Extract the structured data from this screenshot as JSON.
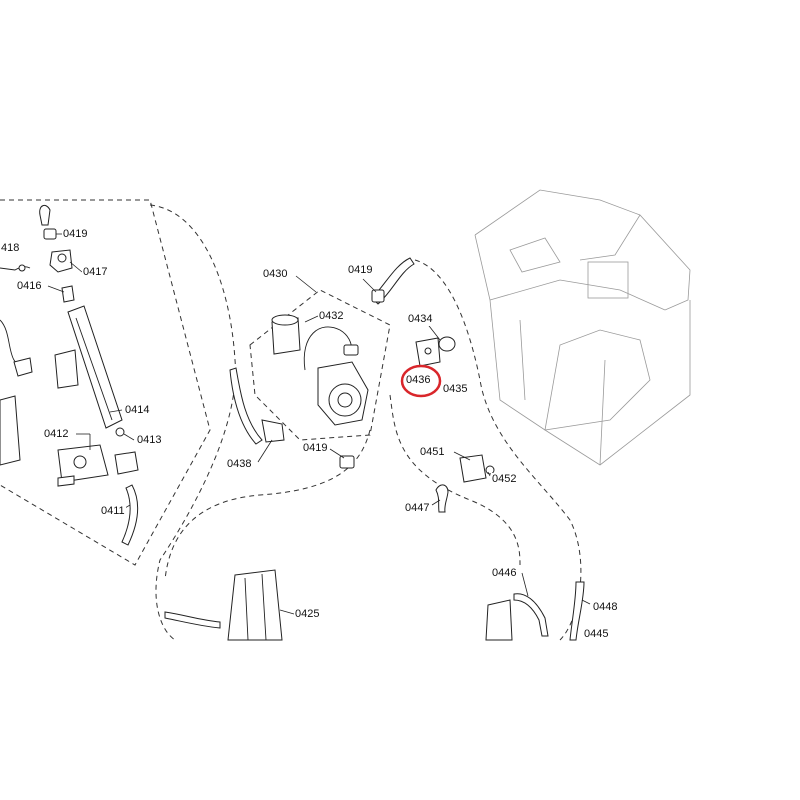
{
  "diagram": {
    "labels": {
      "p0418": "418",
      "p0419a": "0419",
      "p0417": "0417",
      "p0416": "0416",
      "p0414": "0414",
      "p0412": "0412",
      "p0413": "0413",
      "p0411": "0411",
      "p0430": "0430",
      "p0432": "0432",
      "p0419b": "0419",
      "p0419c": "0419",
      "p0438": "0438",
      "p0434": "0434",
      "p0436": "0436",
      "p0435": "0435",
      "p0451": "0451",
      "p0452": "0452",
      "p0447": "0447",
      "p0446": "0446",
      "p0448": "0448",
      "p0445": "0445",
      "p0425": "0425"
    },
    "highlight": {
      "target": "0436",
      "color": "#d9262b"
    }
  }
}
